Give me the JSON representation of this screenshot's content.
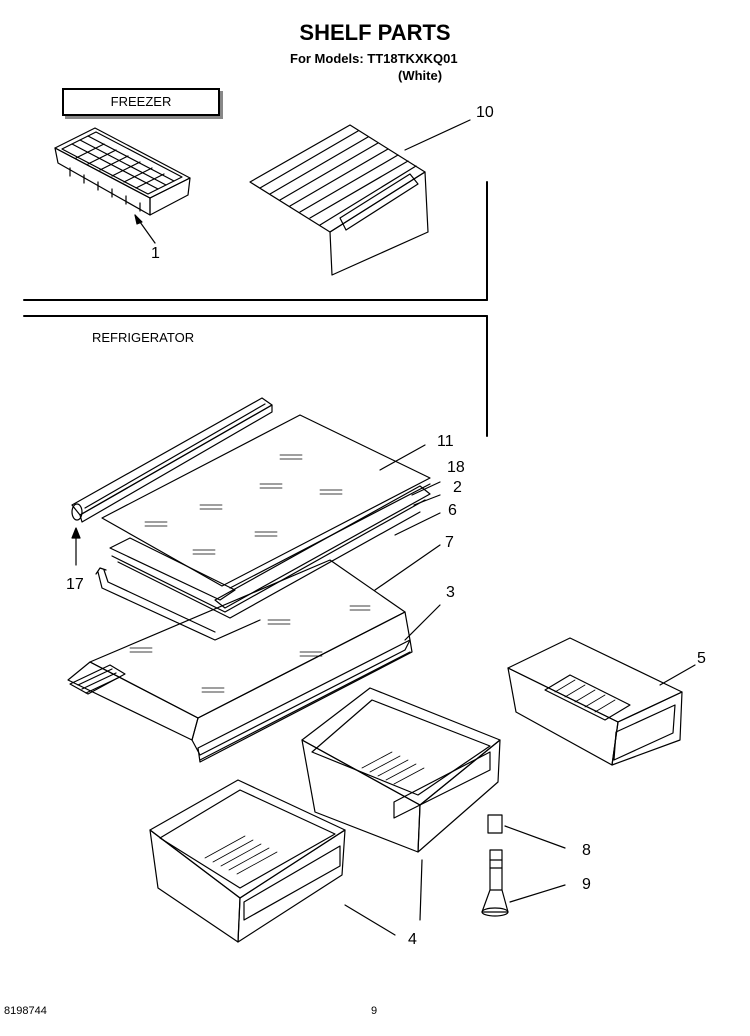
{
  "header": {
    "title": "SHELF PARTS",
    "models": "For Models: TT18TKXKQ01",
    "color": "(White)"
  },
  "sections": {
    "freezer": "FREEZER",
    "refrigerator": "REFRIGERATOR"
  },
  "callouts": {
    "c1": "1",
    "c10": "10",
    "c11": "11",
    "c18": "18",
    "c2": "2",
    "c6": "6",
    "c7": "7",
    "c17": "17",
    "c3": "3",
    "c5": "5",
    "c8": "8",
    "c9": "9",
    "c4": "4"
  },
  "footer": {
    "doc_number": "8198744",
    "page_number": "9"
  }
}
